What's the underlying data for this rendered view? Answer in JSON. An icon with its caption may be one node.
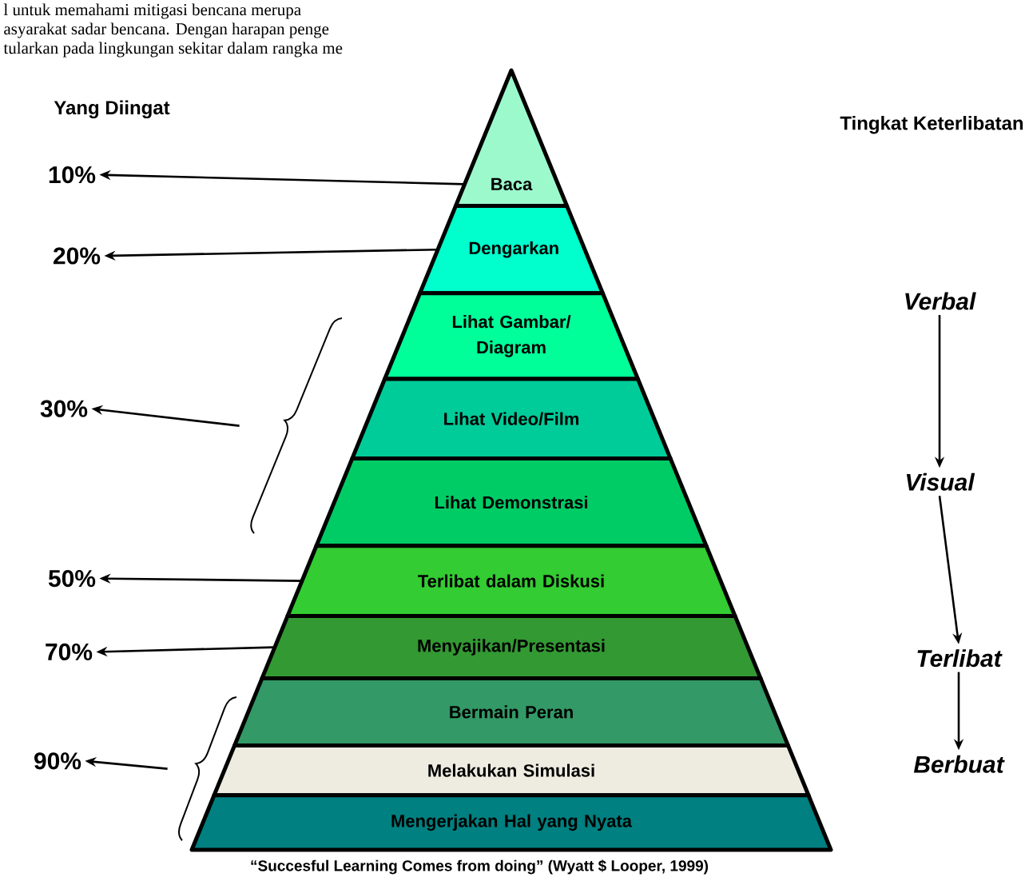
{
  "diagram": {
    "caption": "“Succesful Learning Comes from doing” (Wyatt $ Looper, 1999)",
    "nodes": [
      {
        "text": [
          "Baca"
        ]
      },
      {
        "text": [
          "Dengarkan"
        ]
      },
      {
        "text": [
          "Lihat Gambar/ Diagram"
        ]
      },
      {
        "text": [
          "Lihat Video/Film"
        ]
      },
      {
        "text": [
          "Lihat Demonstrasi"
        ]
      },
      {
        "text": [
          "Terlibat dalam Diskusi"
        ]
      },
      {
        "text": [
          "Menyajikan/Presentasi"
        ]
      },
      {
        "text": [
          "Bermain Peran"
        ]
      },
      {
        "text": [
          "Melakukan Simulasi"
        ]
      },
      {
        "text": [
          "Mengerjakan Hal yang Nyata"
        ]
      },
      {
        "text": [
          "10%"
        ]
      },
      {
        "text": [
          "20%"
        ]
      },
      {
        "text": [
          "30%"
        ]
      },
      {
        "text": [
          "50%"
        ]
      },
      {
        "text": [
          "70%"
        ]
      },
      {
        "text": [
          "90%"
        ]
      },
      {
        "text": [
          "Verbal"
        ]
      },
      {
        "text": [
          "Visual"
        ]
      },
      {
        "text": [
          "Terlibat"
        ]
      },
      {
        "text": [
          "Berbuat"
        ]
      },
      {
        "text": [],
        "shape": "brace"
      },
      {
        "text": [],
        "shape": "brace"
      }
    ],
    "edges": [
      {
        "from": 0,
        "to": 10,
        "arrow": "to"
      },
      {
        "from": 1,
        "to": 11,
        "arrow": "to"
      },
      {
        "from": 20,
        "to": 12,
        "arrow": "to"
      },
      {
        "from": 5,
        "to": 13,
        "arrow": "to"
      },
      {
        "from": 6,
        "to": 14,
        "arrow": "to"
      },
      {
        "from": 21,
        "to": 15,
        "arrow": "to"
      },
      {
        "from": 16,
        "to": 17,
        "arrow": "to"
      },
      {
        "from": 17,
        "to": 18,
        "arrow": "to"
      },
      {
        "from": 18,
        "to": 19,
        "arrow": "to"
      }
    ],
    "labels": [
      "l untuk memahami mitigasi bencana merupa",
      "asyarakat sadar bencana. Dengan harapan penge",
      "tularkan pada lingkungan sekitar dalam rangka me",
      "Yang Diingat",
      "Tingkat Keterlibatan"
    ]
  }
}
